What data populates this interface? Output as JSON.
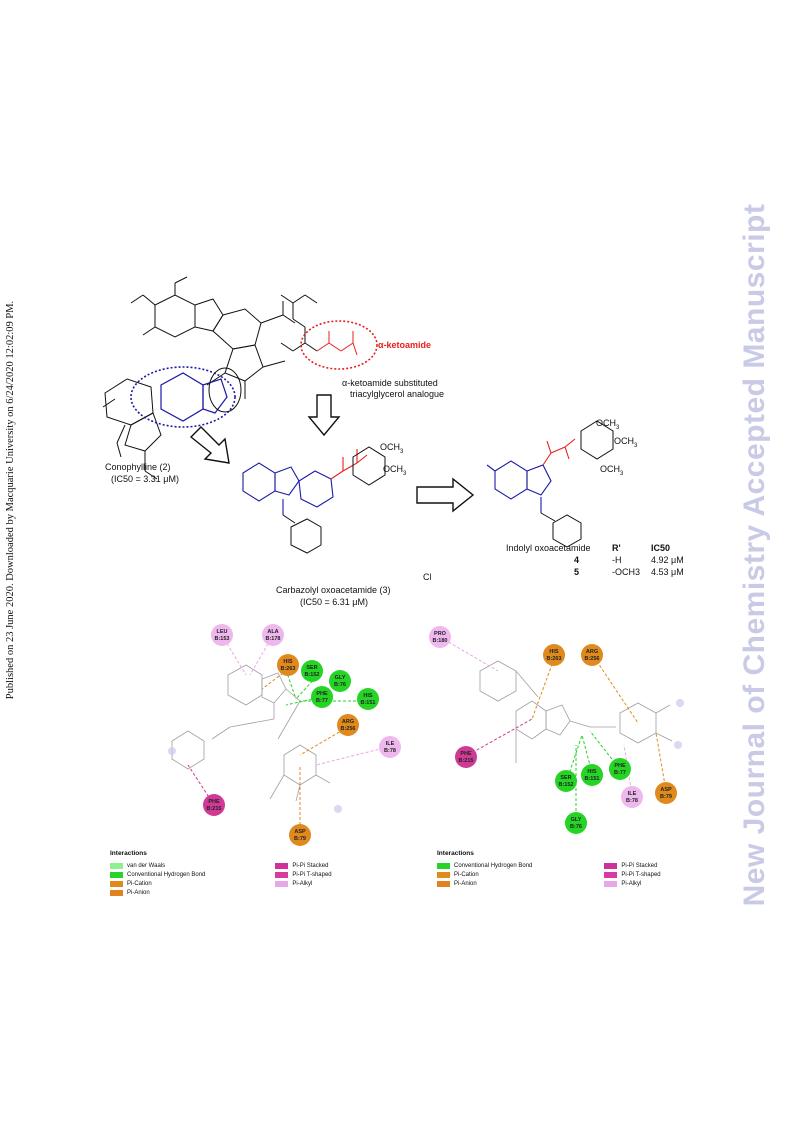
{
  "margin_text": "Published on 23 June 2020. Downloaded by Macquarie University on 6/24/2020 12:02:09 PM.",
  "watermark": "New Journal of Chemistry Accepted Manuscript",
  "scheme": {
    "conophylline_label": "Conophylline (2)",
    "conophylline_ic50": "(IC50 = 3.31 μM)",
    "ketoamide_tag": "α-ketoamide",
    "ketoamide_caption_1": "α-ketoamide substituted",
    "ketoamide_caption_2": "triacylglycerol analogue",
    "carbazolyl_label": "Carbazolyl oxoacetamide (3)",
    "carbazolyl_ic50": "(IC50 = 6.31 μM)",
    "indolyl_label": "Indolyl oxoacetamide",
    "col_r": "R'",
    "col_ic50": "IC50",
    "rows": [
      {
        "id": "4",
        "r": "-H",
        "ic50": "4.92 μM"
      },
      {
        "id": "5",
        "r": "-OCH3",
        "ic50": "4.53 μM"
      }
    ]
  },
  "docking_left": {
    "residues": [
      {
        "name": "LEU\nB:153",
        "type": "alkyl"
      },
      {
        "name": "ALA\nB:178",
        "type": "alkyl"
      },
      {
        "name": "HIS\nB:263",
        "type": "cation"
      },
      {
        "name": "SER\nB:152",
        "type": "hbond"
      },
      {
        "name": "GLY\nB:76",
        "type": "hbond"
      },
      {
        "name": "PHE\nB:77",
        "type": "hbond"
      },
      {
        "name": "HIS\nB:151",
        "type": "hbond"
      },
      {
        "name": "ARG\nB:256",
        "type": "cation"
      },
      {
        "name": "ILE\nB:78",
        "type": "alkyl"
      },
      {
        "name": "PHE\nB:215",
        "type": "stacked"
      },
      {
        "name": "ASP\nB:79",
        "type": "anion"
      }
    ],
    "legend_title": "Interactions",
    "legend": [
      {
        "label": "van der Waals",
        "color": "#8ff08f"
      },
      {
        "label": "Conventional Hydrogen Bond",
        "color": "#25d425"
      },
      {
        "label": "Pi-Cation",
        "color": "#e08a1e"
      },
      {
        "label": "Pi-Anion",
        "color": "#e0821e"
      },
      {
        "label": "Pi-Pi Stacked",
        "color": "#d0309a"
      },
      {
        "label": "Pi-Pi T-shaped",
        "color": "#d83aa0"
      },
      {
        "label": "Pi-Alkyl",
        "color": "#e8a8e8"
      }
    ]
  },
  "docking_right": {
    "residues": [
      {
        "name": "PRO\nB:180",
        "type": "alkyl"
      },
      {
        "name": "HIS\nB:263",
        "type": "cation"
      },
      {
        "name": "ARG\nB:256",
        "type": "cation"
      },
      {
        "name": "PHE\nB:215",
        "type": "stacked"
      },
      {
        "name": "SER\nB:152",
        "type": "hbond"
      },
      {
        "name": "HIS\nB:151",
        "type": "hbond"
      },
      {
        "name": "PHE\nB:77",
        "type": "hbond"
      },
      {
        "name": "ILE\nB:78",
        "type": "alkyl"
      },
      {
        "name": "GLY\nB:76",
        "type": "hbond"
      },
      {
        "name": "ASP\nB:79",
        "type": "anion"
      }
    ],
    "legend_title": "Interactions",
    "legend": [
      {
        "label": "Conventional Hydrogen Bond",
        "color": "#25d425"
      },
      {
        "label": "Pi-Cation",
        "color": "#e08a1e"
      },
      {
        "label": "Pi-Anion",
        "color": "#e0821e"
      },
      {
        "label": "Pi-Pi Stacked",
        "color": "#d0309a"
      },
      {
        "label": "Pi-Pi T-shaped",
        "color": "#d83aa0"
      },
      {
        "label": "Pi-Alkyl",
        "color": "#e8a8e8"
      }
    ]
  },
  "colors": {
    "blue": "#1a1aa8",
    "red": "#e8201b",
    "watermark": "#c9cae6",
    "hbond": "#25d425",
    "cation": "#e08a1e",
    "anion": "#d97a18",
    "stacked": "#cf3a96",
    "alkyl": "#e6a8e6"
  }
}
